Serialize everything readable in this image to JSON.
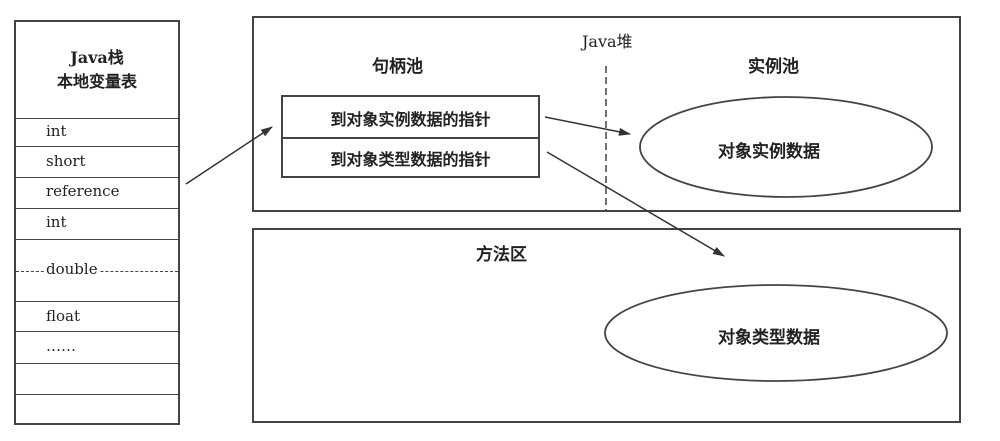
{
  "stack": {
    "title_line1": "Java栈",
    "title_line2": "本地变量表",
    "slots": [
      {
        "label": "int"
      },
      {
        "label": "short"
      },
      {
        "label": "reference"
      },
      {
        "label": "int"
      },
      {
        "label": "double"
      },
      {
        "label": "float"
      },
      {
        "label": "……"
      },
      {
        "label": ""
      },
      {
        "label": ""
      }
    ]
  },
  "heap": {
    "title": "Java堆",
    "handle_pool": {
      "title": "句柄池",
      "cells": [
        "到对象实例数据的指针",
        "到对象类型数据的指针"
      ]
    },
    "instance_pool": {
      "title": "实例池",
      "ellipse_label": "对象实例数据"
    }
  },
  "method_area": {
    "title": "方法区",
    "ellipse_label": "对象类型数据"
  }
}
